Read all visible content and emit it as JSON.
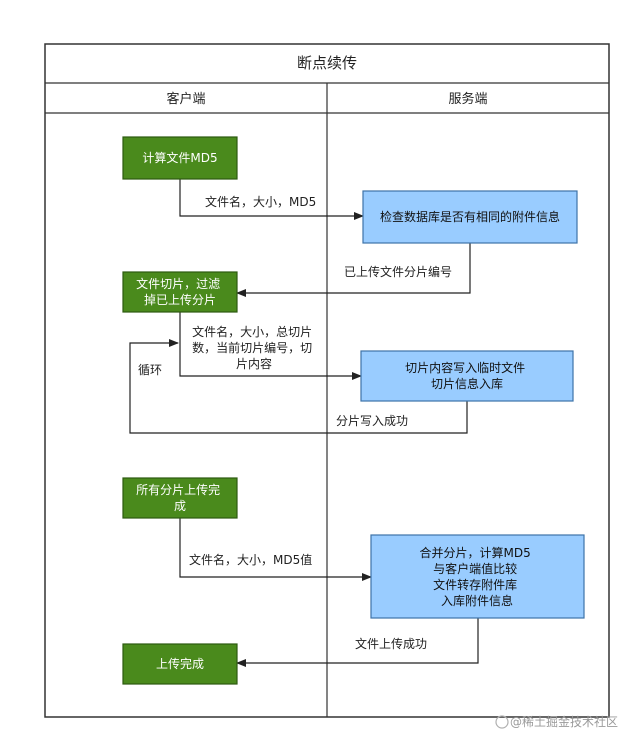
{
  "title": "断点续传",
  "lanes": {
    "client": "客户端",
    "server": "服务端"
  },
  "colors": {
    "client_box": "#4a8a1c",
    "client_box_border": "#2d5a10",
    "server_box": "#99ccff",
    "server_box_border": "#3d73a8",
    "line": "#222222"
  },
  "nodes": {
    "calc_md5": [
      "计算文件MD5"
    ],
    "check_db": [
      "检查数据库是否有相同的附件信息"
    ],
    "slice_filter": [
      "文件切片，过滤",
      "掉已上传分片"
    ],
    "write_temp": [
      "切片内容写入临时文件",
      "切片信息入库"
    ],
    "all_uploaded": [
      "所有分片上传完",
      "成"
    ],
    "merge": [
      "合并分片，计算MD5",
      "与客户端值比较",
      "文件转存附件库",
      "入库附件信息"
    ],
    "done": [
      "上传完成"
    ]
  },
  "edges": {
    "e1": [
      "文件名，大小，MD5"
    ],
    "e2": [
      "已上传文件分片编号"
    ],
    "e3": [
      "文件名，大小，总切片",
      "数，当前切片编号，切",
      "片内容"
    ],
    "e4": [
      "分片写入成功"
    ],
    "loop": [
      "循环"
    ],
    "e5": [
      "文件名，大小，MD5值"
    ],
    "e6": [
      "文件上传成功"
    ]
  },
  "watermark": "@稀土掘金技术社区",
  "icons": {
    "watermark_logo": "juejin-logo-icon"
  }
}
